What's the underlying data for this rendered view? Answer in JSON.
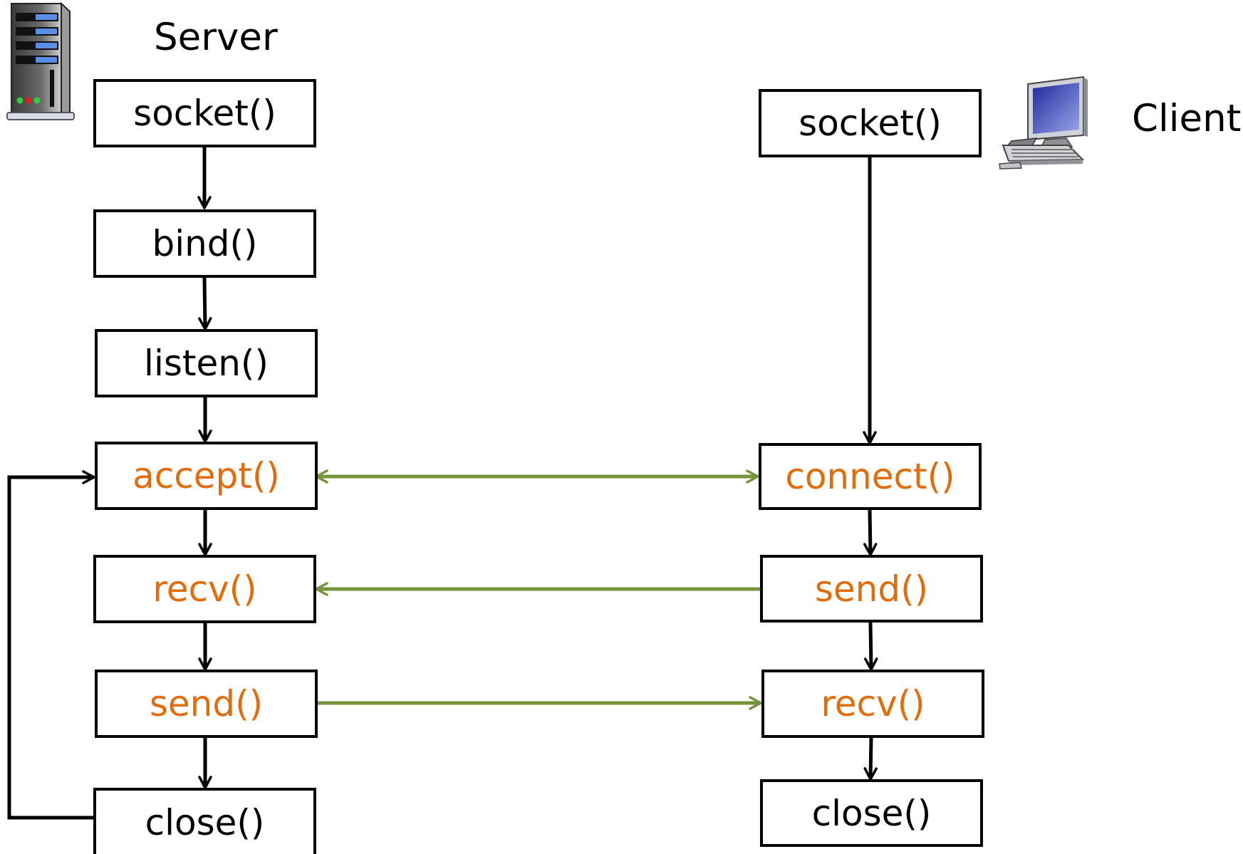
{
  "server": {
    "title": "Server",
    "steps": [
      {
        "label": "socket()",
        "highlight": false
      },
      {
        "label": "bind()",
        "highlight": false
      },
      {
        "label": "listen()",
        "highlight": false
      },
      {
        "label": "accept()",
        "highlight": true
      },
      {
        "label": "recv()",
        "highlight": true
      },
      {
        "label": "send()",
        "highlight": true
      },
      {
        "label": "close()",
        "highlight": false
      }
    ]
  },
  "client": {
    "title": "Client",
    "steps": [
      {
        "label": "socket()",
        "highlight": false
      },
      {
        "label": "connect()",
        "highlight": true
      },
      {
        "label": "send()",
        "highlight": true
      },
      {
        "label": "recv()",
        "highlight": true
      },
      {
        "label": "close()",
        "highlight": false
      }
    ]
  },
  "icons": {
    "server": "server-tower-icon",
    "client": "desktop-computer-icon"
  },
  "colors": {
    "highlight_text": "#e36c0a",
    "connection_arrow": "#77933c",
    "flow_arrow": "#000000"
  }
}
